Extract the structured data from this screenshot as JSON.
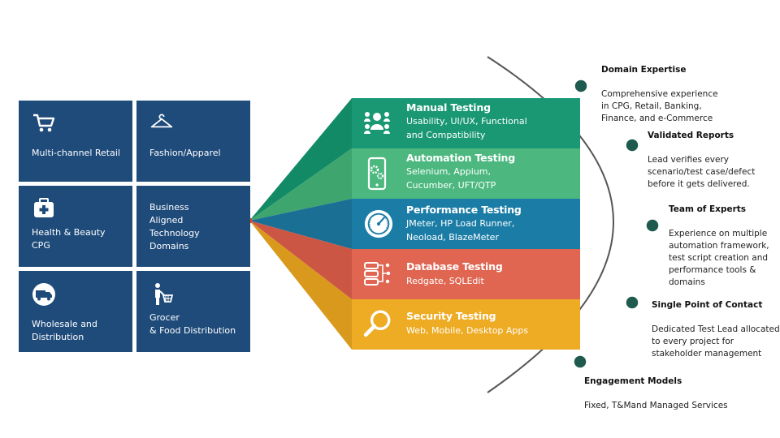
{
  "tiles": [
    {
      "label": "Multi-channel Retail",
      "icon": "shopping-cart-icon"
    },
    {
      "label": "Fashion/Apparel",
      "icon": "hanger-icon"
    },
    {
      "label": "Health & Beauty\nCPG",
      "icon": "first-aid-kit-icon"
    },
    {
      "label": "Business\nAligned\nTechnology\nDomains",
      "icon": ""
    },
    {
      "label": "Wholesale and\nDistribution",
      "icon": "delivery-truck-icon"
    },
    {
      "label": "Grocer\n& Food Distribution",
      "icon": "shopper-with-basket-icon"
    }
  ],
  "testing": [
    {
      "title": "Manual Testing",
      "detail": "Usability, UI/UX, Functional\nand Compatibility",
      "color": "#1a9873",
      "icon": "team-people-icon"
    },
    {
      "title": "Automation Testing",
      "detail": "Selenium, Appium,\nCucumber, UFT/QTP",
      "color": "#4cb87f",
      "icon": "mobile-gears-icon"
    },
    {
      "title": "Performance Testing",
      "detail": "JMeter, HP Load Runner,\nNeoload, BlazeMeter",
      "color": "#1b7da6",
      "icon": "speedometer-icon"
    },
    {
      "title": "Database Testing",
      "detail": "Redgate, SQLEdit",
      "color": "#e06652",
      "icon": "database-icon"
    },
    {
      "title": "Security Testing",
      "detail": "Web, Mobile, Desktop Apps",
      "color": "#eeab24",
      "icon": "magnifier-icon"
    }
  ],
  "benefits": [
    {
      "title": "Domain Expertise",
      "text": "Comprehensive experience\nin CPG, Retail, Banking,\nFinance, and e-Commerce"
    },
    {
      "title": "Validated Reports",
      "text": "Lead verifies every\nscenario/test case/defect\nbefore it gets delivered."
    },
    {
      "title": "Team of Experts",
      "text": "Experience on multiple\nautomation framework,\ntest script creation and\nperformance tools &\ndomains"
    },
    {
      "title": "Single Point of Contact",
      "text": "Dedicated Test Lead allocated\nto every project for\nstakeholder management"
    },
    {
      "title": "Engagement Models",
      "text": "Fixed, T&Mand Managed Services"
    }
  ],
  "colors": {
    "tile": "#1f4b7a",
    "arc": "#555555",
    "node": "#1e5b4e",
    "focal": "#e0462d"
  }
}
